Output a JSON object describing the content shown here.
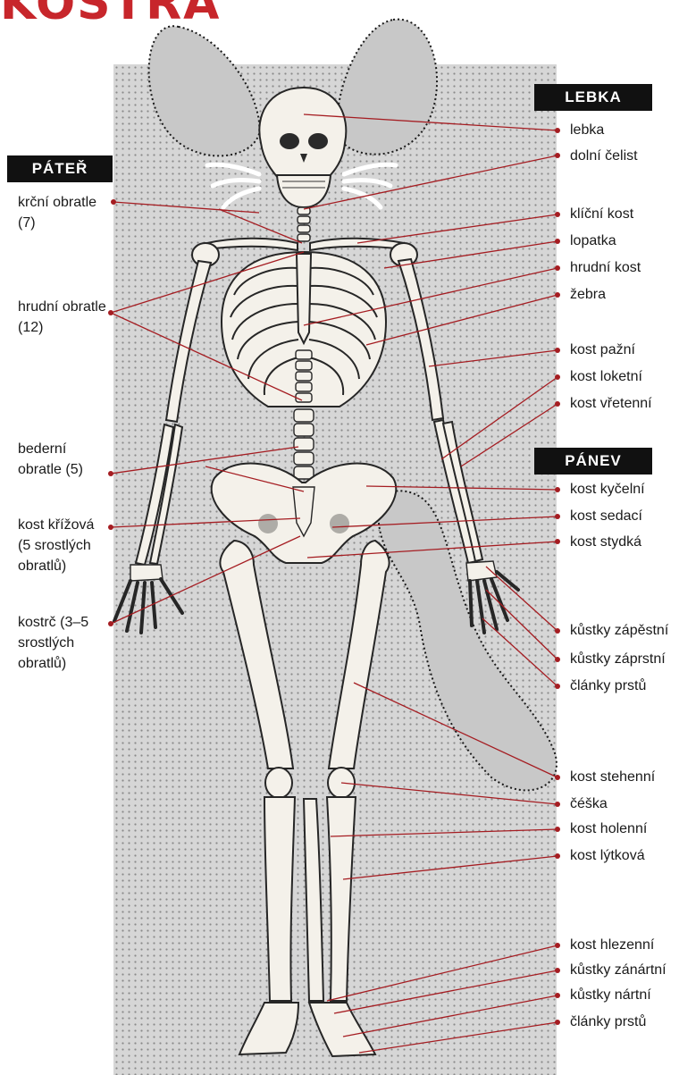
{
  "title": "KOSTRA",
  "sections": {
    "pater": "PÁTEŘ",
    "lebka": "LEBKA",
    "panev": "PÁNEV"
  },
  "labels_left": {
    "krcni_obratle": "krční obratle (7)",
    "hrudni_obratle": "hrudní obratle (12)",
    "bederni_obratle": "bederní obratle (5)",
    "kost_krizova": "kost křížová (5 srostlých obratlů)",
    "kostrc": "kostrč (3–5 srostlých obratlů)"
  },
  "labels_right": {
    "lebka": "lebka",
    "dolni_celist": "dolní čelist",
    "klicni_kost": "klíční kost",
    "lopatka": "lopatka",
    "hrudni_kost": "hrudní kost",
    "zebra": "žebra",
    "kost_pazni": "kost pažní",
    "kost_loketni": "kost loketní",
    "kost_vretenni": "kost vřetenní",
    "kost_kycelni": "kost kyčelní",
    "kost_sedaci": "kost sedací",
    "kost_stydka": "kost stydká",
    "kustky_zapestni": "kůstky zápěstní",
    "kustky_zaprstni": "kůstky záprstní",
    "clanky_prstu_ruka": "články prstů",
    "kost_stehenni": "kost stehenní",
    "ceska": "čéška",
    "kost_holenni": "kost holenní",
    "kost_lytkova": "kost lýtková",
    "kost_hlezenni": "kost hlezenní",
    "kustky_zanartni": "kůstky zánártní",
    "kustky_nartni": "kůstky nártní",
    "clanky_prstu_noha": "články prstů"
  },
  "colors": {
    "title": "#c7262b",
    "leader_lines": "#a51d22",
    "section_bg": "#111111",
    "section_text": "#ffffff",
    "panel": "#d6d6d6",
    "bone": "#f4f1ea"
  }
}
